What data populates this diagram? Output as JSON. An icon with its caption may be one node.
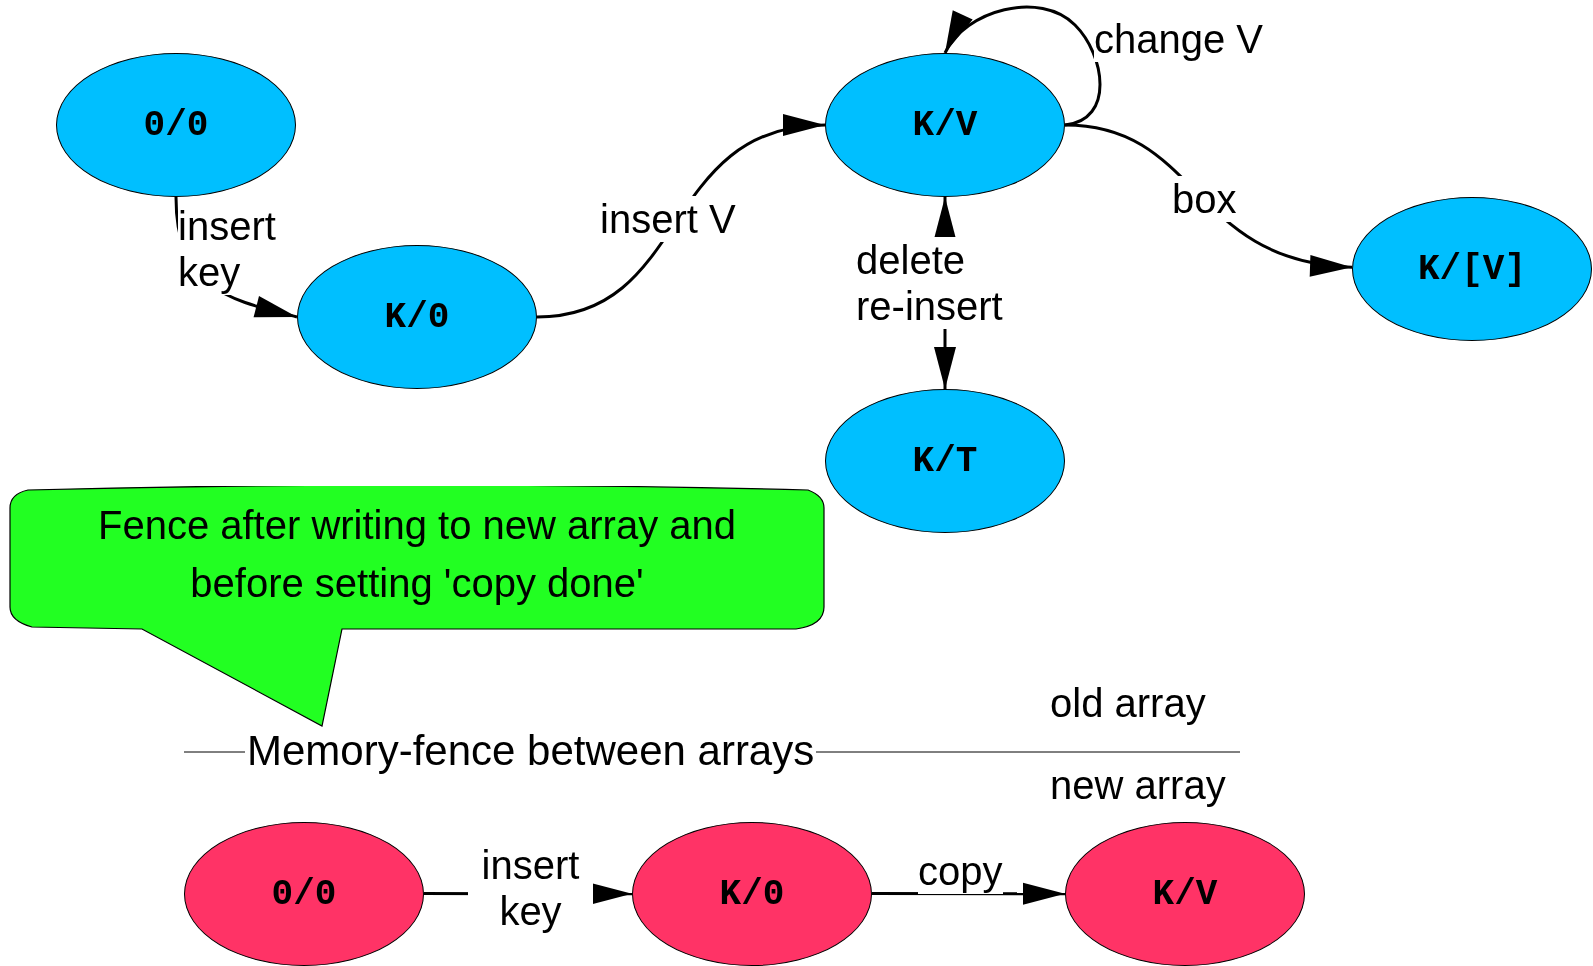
{
  "diagram": {
    "nodes": [
      {
        "text": [
          "0/0"
        ]
      },
      {
        "text": [
          "K/0"
        ]
      },
      {
        "text": [
          "K/V"
        ]
      },
      {
        "text": [
          "K/[V]"
        ]
      },
      {
        "text": [
          "K/T"
        ]
      },
      {
        "text": [
          "Fence after writing to new array and before setting 'copy done'"
        ]
      },
      {
        "text": [
          "0/0"
        ]
      },
      {
        "text": [
          "K/0"
        ]
      },
      {
        "text": [
          "K/V"
        ]
      }
    ],
    "edges": [
      {
        "from": 0,
        "to": 1,
        "arrow": "to",
        "label": "insert key"
      },
      {
        "from": 1,
        "to": 2,
        "arrow": "to",
        "label": "insert V"
      },
      {
        "from": 2,
        "to": 2,
        "arrow": "to",
        "label": "change V"
      },
      {
        "from": 2,
        "to": 3,
        "arrow": "to",
        "label": "box"
      },
      {
        "from": 2,
        "to": 4,
        "arrow": "both",
        "label": "delete re-insert"
      },
      {
        "from": 6,
        "to": 7,
        "arrow": "to",
        "label": "insert key"
      },
      {
        "from": 7,
        "to": 8,
        "arrow": "to",
        "label": "copy"
      }
    ],
    "labels": [
      "old array",
      "Memory-fence between arrays",
      "new array"
    ]
  }
}
